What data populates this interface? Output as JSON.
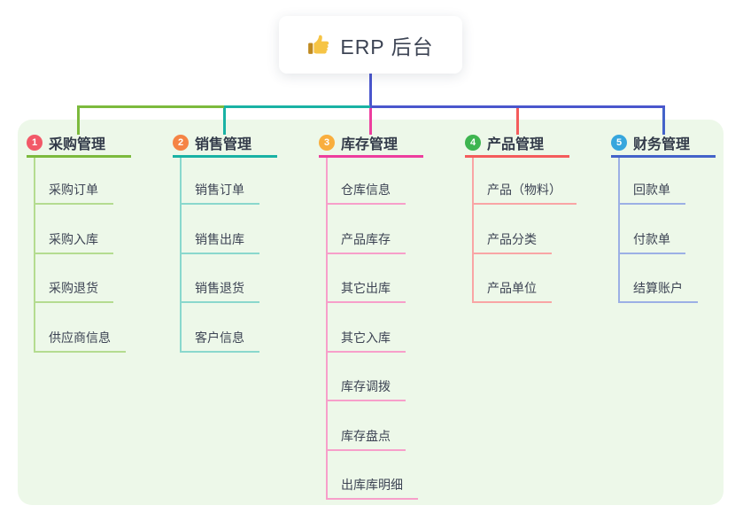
{
  "root": {
    "icon": "thumbs-up-icon",
    "label": "ERP 后台"
  },
  "connector": {
    "color": "#4a56cd"
  },
  "panel_color": "#edf8e9",
  "branches": [
    {
      "num": "1",
      "label": "采购管理",
      "badge_color": "#f25968",
      "line_color": "#7cba3d",
      "child_line_color": "#b4dc90",
      "children": [
        "采购订单",
        "采购入库",
        "采购退货",
        "供应商信息"
      ]
    },
    {
      "num": "2",
      "label": "销售管理",
      "badge_color": "#f58445",
      "line_color": "#19b2a4",
      "child_line_color": "#8ad8cd",
      "children": [
        "销售订单",
        "销售出库",
        "销售退货",
        "客户信息"
      ]
    },
    {
      "num": "3",
      "label": "库存管理",
      "badge_color": "#f9ae3d",
      "line_color": "#ed3e9e",
      "child_line_color": "#f79fca",
      "children": [
        "仓库信息",
        "产品库存",
        "其它出库",
        "其它入库",
        "库存调拨",
        "库存盘点",
        "出库库明细"
      ]
    },
    {
      "num": "4",
      "label": "产品管理",
      "badge_color": "#3eb550",
      "line_color": "#f45c5c",
      "child_line_color": "#f9a5a5",
      "children": [
        "产品（物料）",
        "产品分类",
        "产品单位"
      ]
    },
    {
      "num": "5",
      "label": "财务管理",
      "badge_color": "#36a6dd",
      "line_color": "#4463c9",
      "child_line_color": "#9cb0e5",
      "children": [
        "回款单",
        "付款单",
        "结算账户"
      ]
    }
  ]
}
